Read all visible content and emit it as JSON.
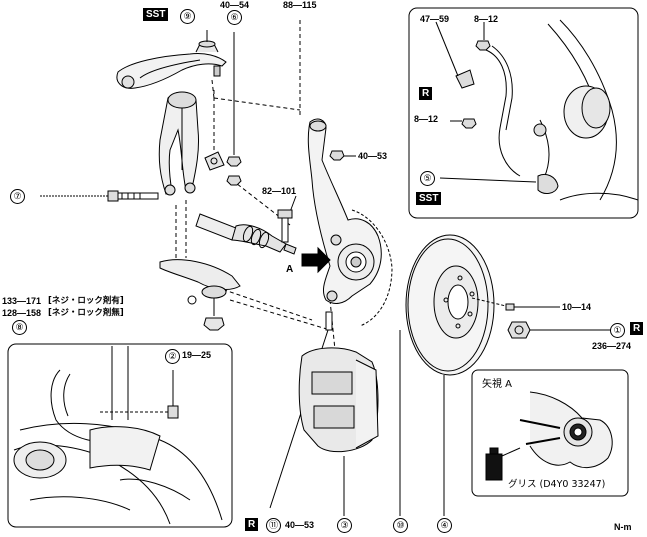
{
  "tags": {
    "sst_top": "SST",
    "sst_inset": "SST",
    "r_inset": "R",
    "r_right": "R",
    "r_bottom": "R"
  },
  "torques": {
    "t6": "40—54",
    "t88": "88—115",
    "t47": "47—59",
    "t8_12_top": "8—12",
    "t8_12_mid": "8—12",
    "t40_53_right": "40—53",
    "t82_101": "82—101",
    "t10_14": "10—14",
    "t236_274": "236—274",
    "t19_25": "19—25",
    "t40_53_bottom": "40—53",
    "t133_171": "133—171",
    "t128_158": "128—158"
  },
  "notes": {
    "with_lock": "[ネジ・ロック剤有]",
    "without_lock": "[ネジ・ロック剤無]"
  },
  "callouts": [
    "①",
    "②",
    "③",
    "④",
    "⑤",
    "⑥",
    "⑦",
    "⑧",
    "⑨",
    "⑩",
    "⑪"
  ],
  "view_label": "A",
  "inset_view": {
    "title": "矢視 A",
    "grease": "グリス (D4Y0 33247)"
  },
  "code": "N-m"
}
